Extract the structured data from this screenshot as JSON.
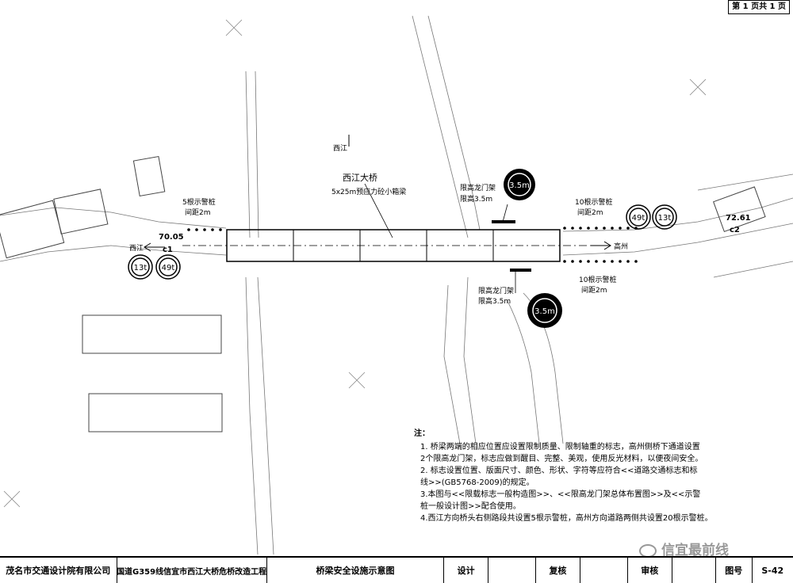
{
  "page_indicator": "第 1 页共 1 页",
  "labels": {
    "xijiang_north": "西江",
    "bridge_name": "西江大桥",
    "bridge_spec": "5x25m预应力砼小箱梁",
    "height_gate_top_1": "限高龙门架",
    "height_gate_top_2": "限高3.5m",
    "height_gate_bottom_1": "限高龙门架",
    "height_gate_bottom_2": "限高3.5m",
    "left_posts_1": "5根示警桩",
    "left_posts_2": "间距2m",
    "right_posts_top_1": "10根示警桩",
    "right_posts_top_2": "间距2m",
    "right_posts_bottom_1": "10根示警桩",
    "right_posts_bottom_2": "间距2m",
    "left_arrow": "西江",
    "right_arrow": "高州",
    "chainage_left": "70.05",
    "point_left": "c1",
    "chainage_right": "72.61",
    "point_right": "c2",
    "sign_height": "3.5m",
    "sign_axle": "13t",
    "sign_weight": "49t"
  },
  "notes": {
    "title": "注：",
    "items": [
      "1. 桥梁两端的相应位置应设置限制质量、限制轴重的标志，高州侧桥下通道设置",
      "   2个限高龙门架，标志应做到醒目、完整、美观，使用反光材料，以便夜间安全。",
      "2. 标志设置位置、版面尺寸、颜色、形状、字符等应符合<<道路交通标志和标",
      "   线>>(GB5768-2009)的规定。",
      "3.本图与<<限载标志一般构造图>>、<<限高龙门架总体布置图>>及<<示警",
      "   桩一般设计图>>配合使用。",
      "4.西江方向桥头右侧路段共设置5根示警桩，高州方向道路两侧共设置20根示警桩。"
    ]
  },
  "title_block": {
    "company": "茂名市交通设计院有限公司",
    "project": "国道G359线信宜市西江大桥危桥改造工程",
    "drawing_title": "桥梁安全设施示意图",
    "design": "设计",
    "review": "复核",
    "approve": "审核",
    "drawing_no_label": "图号",
    "drawing_no": "S-42"
  },
  "watermark": "信宜最前线",
  "colors": {
    "line": "#000000",
    "sign_bg": "#000000",
    "light": "#999999"
  }
}
